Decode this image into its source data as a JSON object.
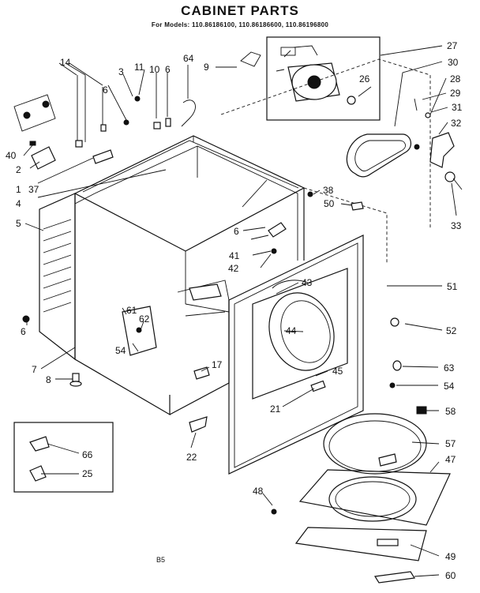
{
  "title": "CABINET PARTS",
  "subtitle": "For Models: 110.86186100, 110.86186600, 110.86196800",
  "page_code": "B5",
  "callouts": [
    "1",
    "2",
    "3",
    "4",
    "5",
    "6",
    "7",
    "8",
    "9",
    "10",
    "11",
    "14",
    "17",
    "21",
    "22",
    "25",
    "26",
    "27",
    "28",
    "29",
    "30",
    "31",
    "32",
    "33",
    "37",
    "38",
    "40",
    "41",
    "42",
    "43",
    "44",
    "45",
    "47",
    "48",
    "49",
    "50",
    "51",
    "52",
    "54",
    "57",
    "58",
    "60",
    "61",
    "62",
    "63",
    "64",
    "66"
  ]
}
